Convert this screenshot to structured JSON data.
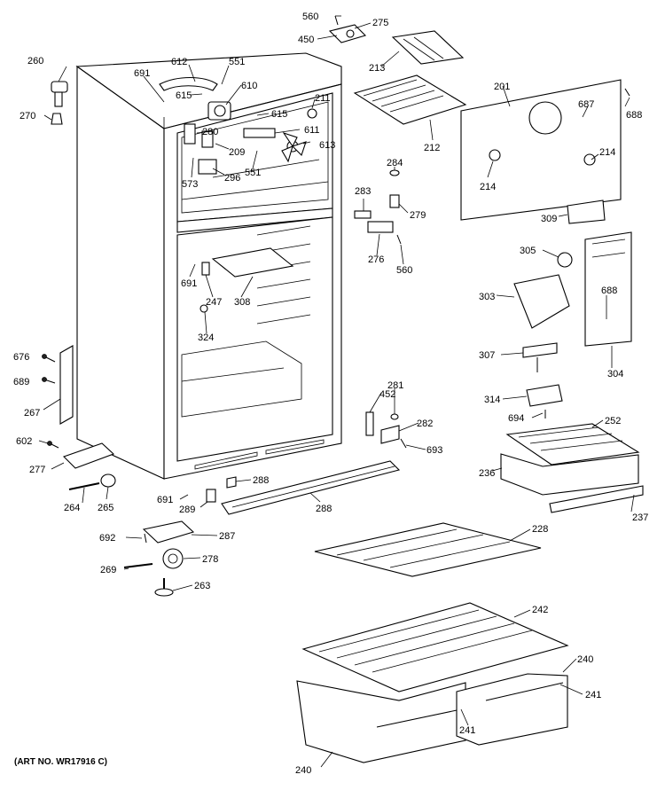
{
  "art_number": "(ART NO. WR17916 C)",
  "callouts": [
    "560",
    "275",
    "450",
    "213",
    "201",
    "260",
    "612",
    "551",
    "691",
    "610",
    "270",
    "615",
    "615",
    "211",
    "687",
    "688",
    "212",
    "280",
    "611",
    "209",
    "613",
    "284",
    "214",
    "214",
    "573",
    "296",
    "551",
    "283",
    "279",
    "309",
    "691",
    "276",
    "560",
    "308",
    "247",
    "305",
    "303",
    "688",
    "324",
    "676",
    "307",
    "304",
    "689",
    "452",
    "281",
    "314",
    "267",
    "282",
    "694",
    "252",
    "693",
    "602",
    "236",
    "277",
    "288",
    "691",
    "264",
    "265",
    "289",
    "288",
    "237",
    "692",
    "287",
    "228",
    "269",
    "278",
    "263",
    "242",
    "240",
    "241",
    "241",
    "240"
  ]
}
